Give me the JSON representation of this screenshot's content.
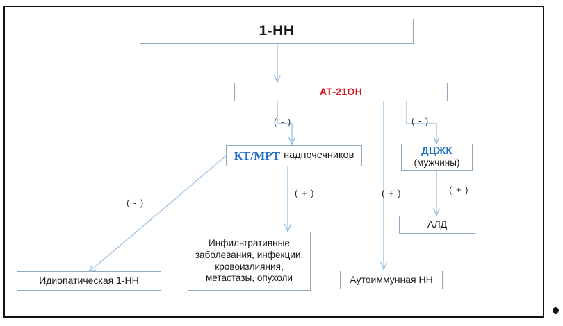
{
  "diagram": {
    "title_node": {
      "label": "1-НН"
    },
    "antibody_node": {
      "label": "АТ-21ОН"
    },
    "imaging_node": {
      "label_accent": "КТ/МРТ",
      "label_rest": "надпочечников"
    },
    "vlcfa_node": {
      "label_accent": "ДЦЖК",
      "label_rest": "(мужчины)"
    },
    "ald_node": {
      "label": "АЛД"
    },
    "idiopathic_node": {
      "label": "Идиопатическая 1-НН"
    },
    "infiltrative_node": {
      "lines": [
        "Инфильтративные",
        "заболевания, инфекции,",
        "кровоизлияния,",
        "метастазы, опухоли"
      ]
    },
    "autoimmune_node": {
      "label": "Аутоиммунная НН"
    },
    "edge_labels": {
      "antibody_to_imaging": "( - )",
      "antibody_to_vlcfa": "( - )",
      "imaging_to_idiopathic": "( - )",
      "imaging_to_infiltrative": "( + )",
      "antibody_to_autoimmune": "( + )",
      "vlcfa_to_ald": "( + )"
    },
    "colors": {
      "box_border": "#8ea9c1",
      "connector": "#9dc3e6",
      "accent_blue": "#1f6fc4",
      "accent_red": "#d0181e",
      "frame": "#111111"
    }
  }
}
